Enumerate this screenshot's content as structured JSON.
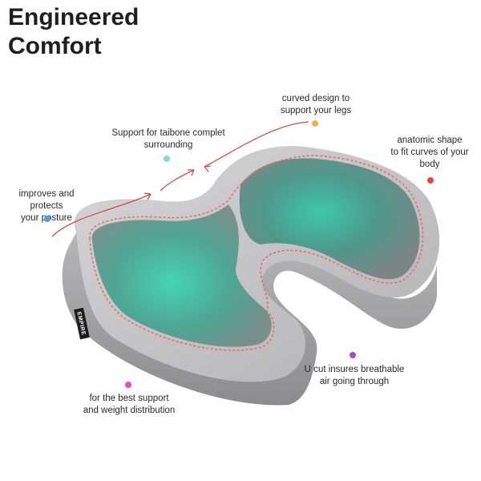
{
  "title": {
    "line1": "Engineered",
    "line2": "Comfort"
  },
  "callouts": [
    {
      "id": "legs",
      "lines": [
        "curved design to",
        "support your legs"
      ],
      "dot_color": "#f0b04a"
    },
    {
      "id": "tailbone",
      "lines": [
        "Support for taibone complet",
        "surrounding"
      ],
      "dot_color": "#7fe0d8"
    },
    {
      "id": "anatomic",
      "lines": [
        "anatomic shape",
        "to fit curves of your",
        "body"
      ],
      "dot_color": "#e8473f"
    },
    {
      "id": "posture",
      "lines": [
        "improves and protects",
        "your posture"
      ],
      "dot_color": "#4aa0e8"
    },
    {
      "id": "ucut",
      "lines": [
        "U cut insures breathable",
        "air going through"
      ],
      "dot_color": "#a64ad8"
    },
    {
      "id": "support",
      "lines": [
        "for the best support",
        "and weight distribution"
      ],
      "dot_color": "#e84ac0"
    }
  ],
  "product": {
    "brand_tag": "EMPIRE",
    "cushion_color": "#b9b9bb",
    "gel_color": "#2fd6b0",
    "stitch_color": "#f06a5a"
  }
}
